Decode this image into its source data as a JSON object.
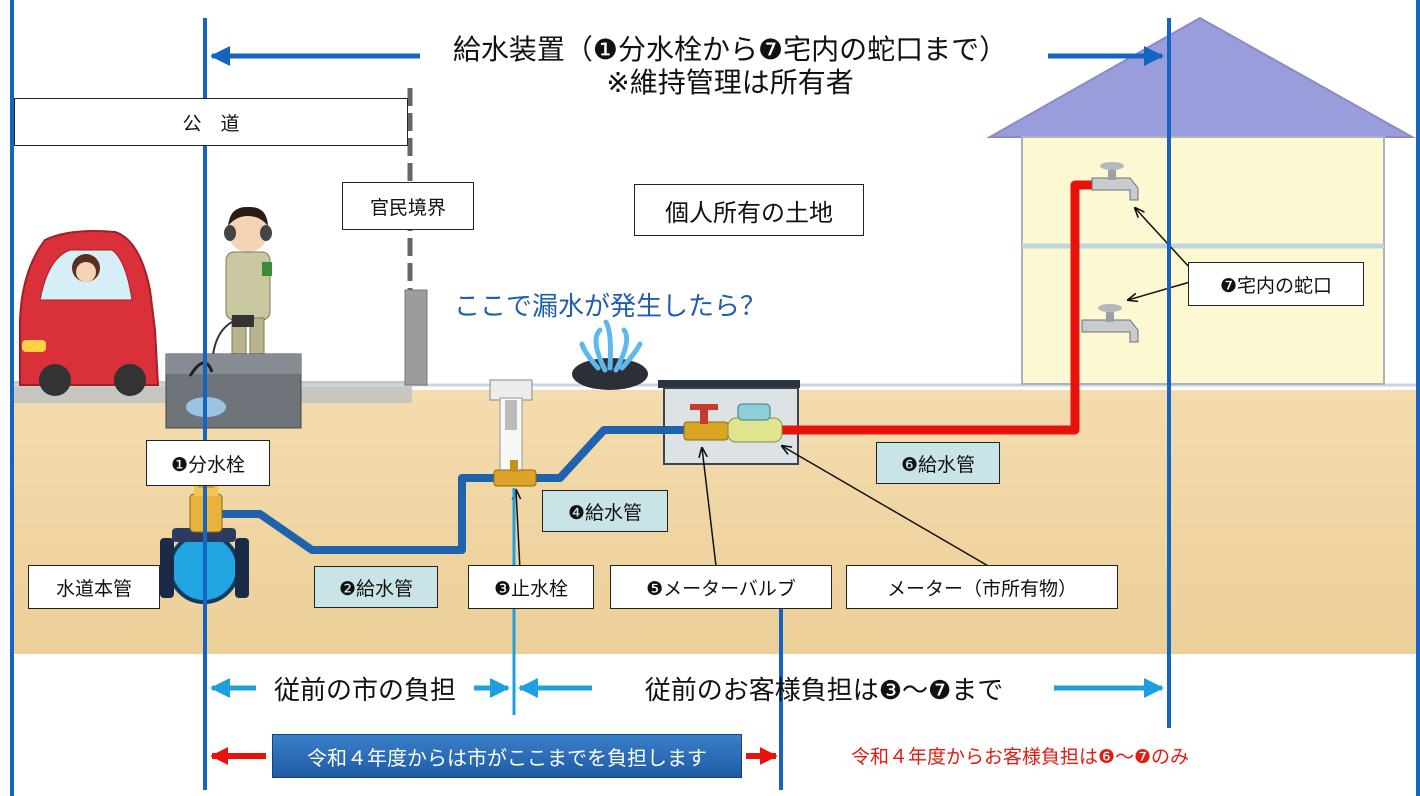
{
  "title": {
    "line1": "給水装置（❶分水栓から❼宅内の蛇口まで）",
    "line2": "※維持管理は所有者"
  },
  "labels": {
    "public_road": "公　道",
    "boundary": "官民境界",
    "private_land": "個人所有の土地",
    "leak_question": "ここで漏水が発生したら？",
    "faucet": "❼宅内の蛇口",
    "branch_cock": "❶分水栓",
    "pipe6": "❻給水管",
    "pipe4": "❹給水管",
    "main_pipe": "水道本管",
    "pipe2": "❷給水管",
    "stop_cock": "❸止水栓",
    "meter_valve": "❺メーターバルブ",
    "meter": "メーター（市所有物）"
  },
  "bottom": {
    "city_burden_before": "従前の市の負担",
    "customer_burden_before": "従前のお客様負担は❸～❼まで",
    "city_burden_new": "令和４年度からは市がここまでを負担します",
    "customer_burden_new": "令和４年度からお客様負担は❻～❼のみ"
  },
  "colors": {
    "soil": "#f1d6a6",
    "blue_pipe": "#1f62ad",
    "red_pipe": "#e8120c",
    "label_teal": "#c9e4e6",
    "divider_blue": "#1565c0",
    "arrow_light_blue": "#1ea0e0",
    "roof": "#9a9ddb",
    "house_wall": "#fbf8d2",
    "car": "#d9303a"
  }
}
